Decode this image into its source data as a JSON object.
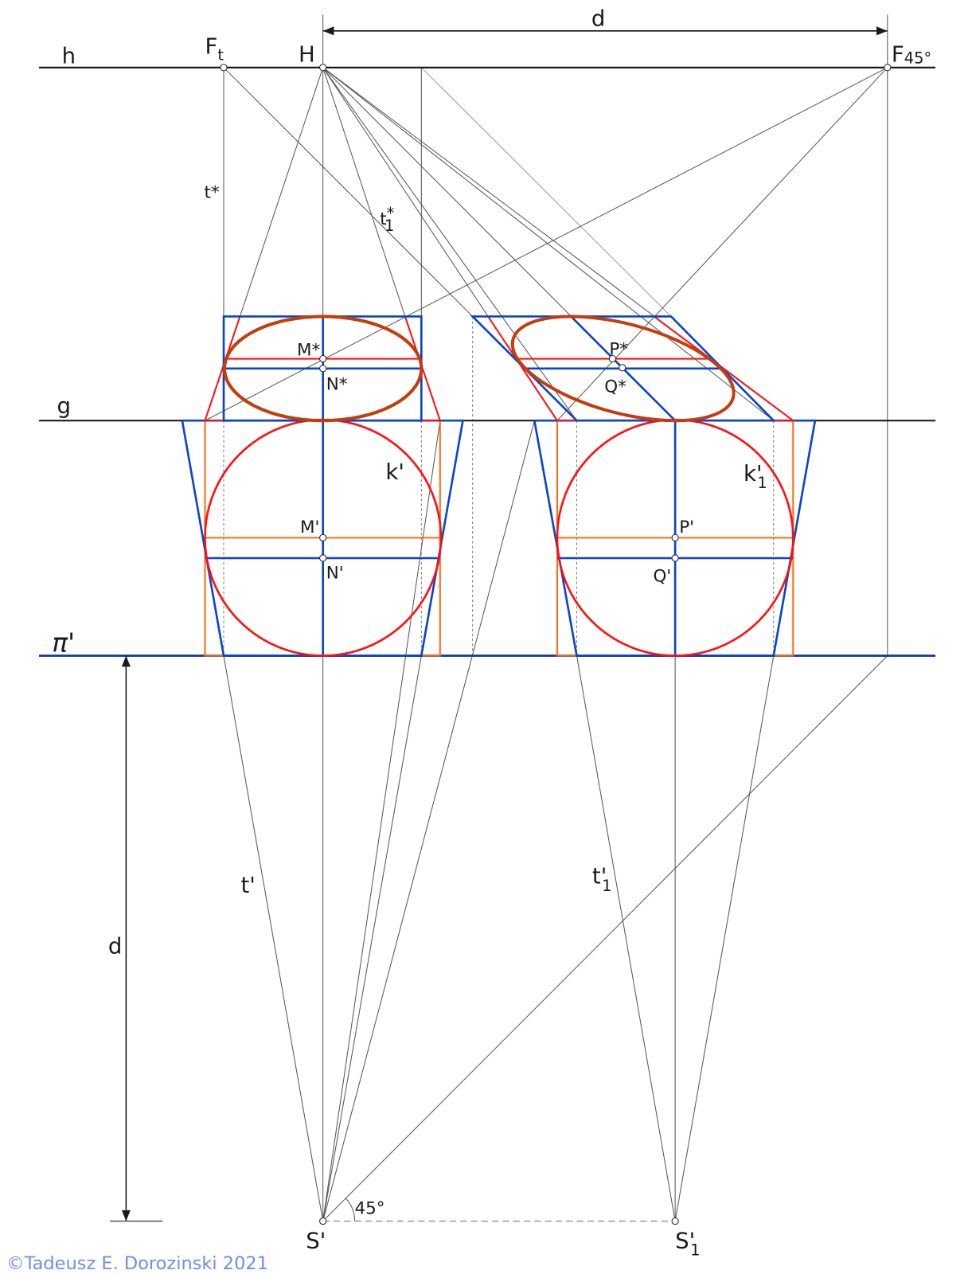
{
  "labels": {
    "h": "h",
    "Ft": {
      "main": "F",
      "sub": "t"
    },
    "H": "H",
    "d_top": "d",
    "F45": {
      "main": "F",
      "sub": "45°"
    },
    "t_star": "t*",
    "t1_star": {
      "main": "t",
      "sup": "*",
      "sub": "1"
    },
    "M_star": "M*",
    "N_star": "N*",
    "P_star": "P*",
    "Q_star": "Q*",
    "g": "g",
    "k_prime": "k'",
    "k1_prime": {
      "main": "k'",
      "sub": "1"
    },
    "M_prime": "M'",
    "N_prime": "N'",
    "P_prime": "P'",
    "Q_prime": "Q'",
    "pi_prime": "π'",
    "d_left": "d",
    "t_prime": "t'",
    "t1_prime": {
      "main": "t'",
      "sub": "1"
    },
    "angle": "45°",
    "S_prime": "S'",
    "S1_prime": {
      "main": "S'",
      "sub": "1"
    }
  },
  "copyright": "©Tadeusz E. Dorozinski 2021",
  "colors": {
    "construction_blue": "#0b46c8",
    "circle_red": "#ff1010",
    "square_orange": "#ff6a10",
    "ellipse_brown": "#c63d0c",
    "copyright_blue": "#6b8ff0"
  }
}
